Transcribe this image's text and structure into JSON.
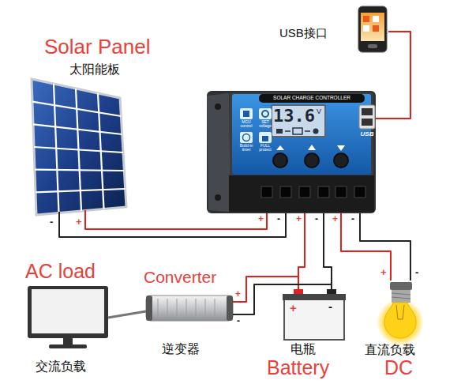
{
  "diagram": {
    "nodes": [
      {
        "text": [
          "Solar Panel",
          "太阳能板"
        ]
      },
      {
        "text": [
          "USB接口"
        ]
      },
      {
        "text": [
          "SOLAR CHARGE CONTROLLER"
        ]
      },
      {
        "text": [
          "AC load",
          "交流负载"
        ]
      },
      {
        "text": [
          "Converter",
          "逆变器"
        ]
      },
      {
        "text": [
          "电瓶",
          "Battery"
        ]
      },
      {
        "text": [
          "直流负载",
          "DC"
        ]
      }
    ],
    "edges": [
      {
        "from": 0,
        "to": 2,
        "arrow": "none"
      },
      {
        "from": 1,
        "to": 2,
        "arrow": "none"
      },
      {
        "from": 2,
        "to": 5,
        "arrow": "none"
      },
      {
        "from": 2,
        "to": 6,
        "arrow": "none"
      },
      {
        "from": 4,
        "to": 5,
        "arrow": "none"
      },
      {
        "from": 3,
        "to": 4,
        "arrow": "none"
      }
    ],
    "labels": [
      "13.6",
      "V",
      "MCU control",
      "SET voltage",
      "Build-in timer",
      "FULL protect",
      "USB",
      "-",
      "+",
      "+",
      "-",
      "+",
      "-",
      "+",
      "-",
      "+",
      "-",
      "+",
      "-",
      "+",
      "-"
    ]
  }
}
